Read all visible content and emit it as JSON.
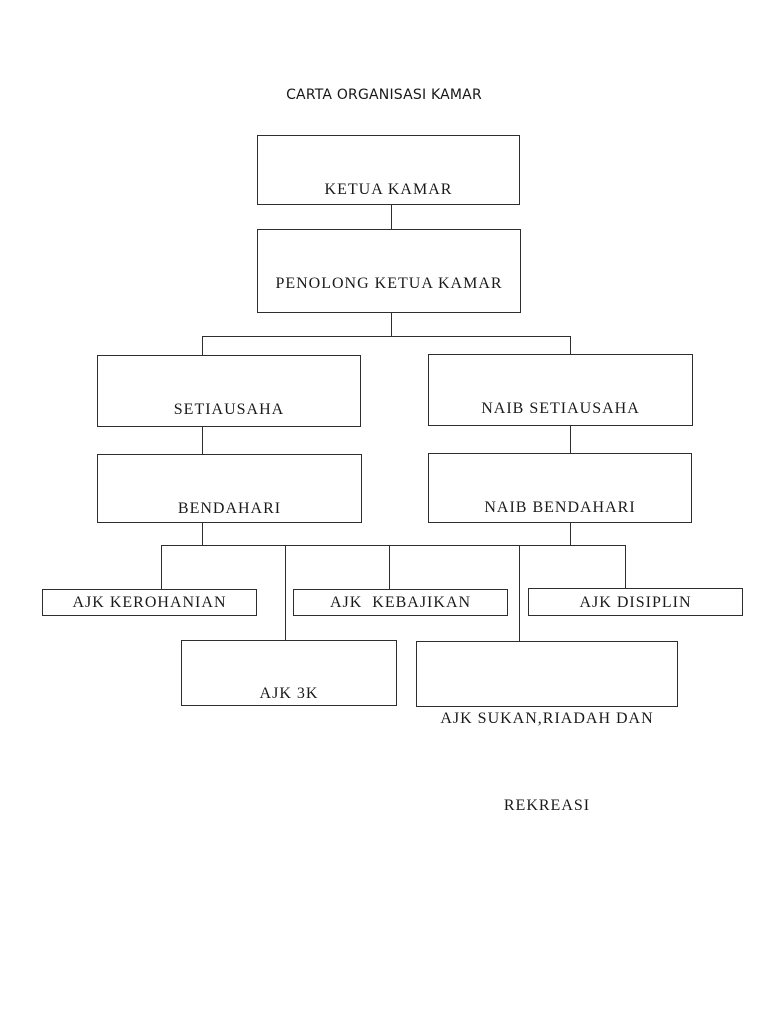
{
  "page": {
    "title": "CARTA ORGANISASI KAMAR"
  },
  "colors": {
    "background": "#ffffff",
    "line": "#2e2e2e",
    "text": "#1a1a1a"
  },
  "org_chart": {
    "type": "org-chart",
    "nodes": {
      "ketua_kamar": {
        "label": "KETUA KAMAR",
        "level": 1
      },
      "penolong_ketua_kamar": {
        "label": "PENOLONG KETUA KAMAR",
        "level": 2,
        "parent": "KETUA KAMAR"
      },
      "setiausaha": {
        "label": "SETIAUSAHA",
        "level": 3,
        "parent": "PENOLONG KETUA KAMAR"
      },
      "naib_setiausaha": {
        "label": "NAIB SETIAUSAHA",
        "level": 3,
        "parent": "PENOLONG KETUA KAMAR"
      },
      "bendahari": {
        "label": "BENDAHARI",
        "level": 4,
        "parent": "SETIAUSAHA"
      },
      "naib_bendahari": {
        "label": "NAIB BENDAHARI",
        "level": 4,
        "parent": "NAIB SETIAUSAHA"
      },
      "ajk_kerohanian": {
        "label": "AJK KEROHANIAN",
        "level": 5
      },
      "ajk_kebajikan": {
        "label": "AJK  KEBAJIKAN",
        "level": 5
      },
      "ajk_disiplin": {
        "label": "AJK DISIPLIN",
        "level": 5
      },
      "ajk_3k": {
        "label": "AJK 3K",
        "level": 5
      },
      "ajk_sukan": {
        "label": "AJK SUKAN,RIADAH DAN REKREASI",
        "label_line1": "AJK SUKAN,RIADAH DAN",
        "label_line2": "REKREASI",
        "level": 5
      }
    }
  }
}
